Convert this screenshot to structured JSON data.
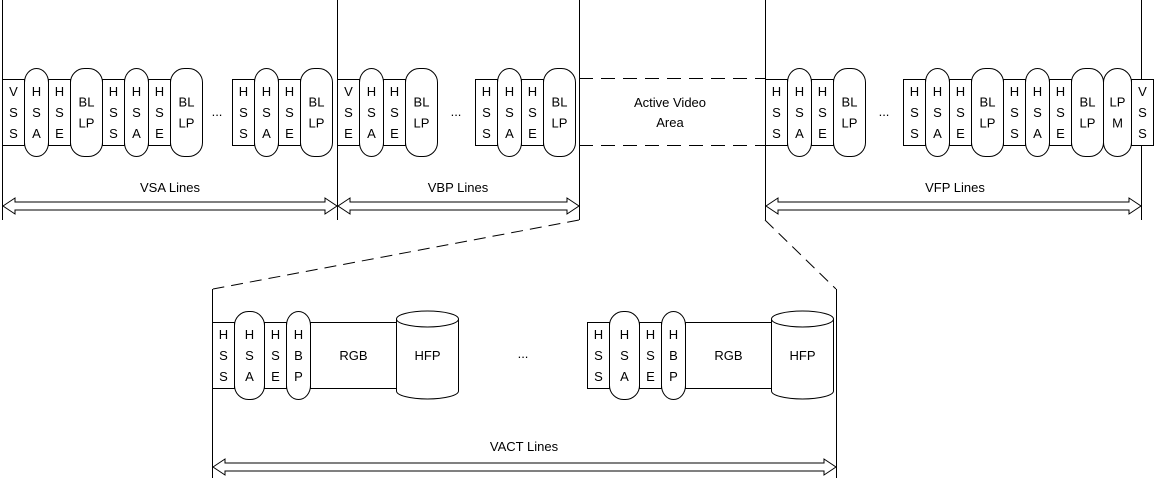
{
  "ellipsis": "...",
  "top_labels": {
    "vsa_lines": "VSA Lines",
    "vbp_lines": "VBP Lines",
    "vfp_lines": "VFP Lines",
    "active_line1": "Active Video",
    "active_line2": "Area"
  },
  "bottom_labels": {
    "vact_lines": "VACT Lines"
  },
  "top_row": {
    "vsa_group": [
      {
        "kind": "rect",
        "letters": [
          "V",
          "S",
          "S"
        ],
        "w": 22
      },
      {
        "kind": "round",
        "letters": [
          "H",
          "S",
          "A"
        ],
        "w": 24
      },
      {
        "kind": "rect",
        "letters": [
          "H",
          "S",
          "E"
        ],
        "w": 22
      },
      {
        "kind": "round",
        "letters": [
          "BL",
          "LP"
        ],
        "w": 32
      },
      {
        "kind": "rect",
        "letters": [
          "H",
          "S",
          "S"
        ],
        "w": 22
      },
      {
        "kind": "round",
        "letters": [
          "H",
          "S",
          "A"
        ],
        "w": 24
      },
      {
        "kind": "rect",
        "letters": [
          "H",
          "S",
          "E"
        ],
        "w": 22
      },
      {
        "kind": "round",
        "letters": [
          "BL",
          "LP"
        ],
        "w": 32
      },
      {
        "kind": "dots",
        "w": 30
      },
      {
        "kind": "rect",
        "letters": [
          "H",
          "S",
          "S"
        ],
        "w": 22
      },
      {
        "kind": "round",
        "letters": [
          "H",
          "S",
          "A"
        ],
        "w": 24
      },
      {
        "kind": "rect",
        "letters": [
          "H",
          "S",
          "E"
        ],
        "w": 22
      },
      {
        "kind": "round",
        "letters": [
          "BL",
          "LP"
        ],
        "w": 32
      }
    ],
    "vbp_group": [
      {
        "kind": "rect",
        "letters": [
          "V",
          "S",
          "E"
        ],
        "w": 22
      },
      {
        "kind": "round",
        "letters": [
          "H",
          "S",
          "A"
        ],
        "w": 24
      },
      {
        "kind": "rect",
        "letters": [
          "H",
          "S",
          "E"
        ],
        "w": 22
      },
      {
        "kind": "round",
        "letters": [
          "BL",
          "LP"
        ],
        "w": 32
      },
      {
        "kind": "dots",
        "w": 38
      },
      {
        "kind": "rect",
        "letters": [
          "H",
          "S",
          "S"
        ],
        "w": 22
      },
      {
        "kind": "round",
        "letters": [
          "H",
          "S",
          "A"
        ],
        "w": 24
      },
      {
        "kind": "rect",
        "letters": [
          "H",
          "S",
          "E"
        ],
        "w": 22
      },
      {
        "kind": "round",
        "letters": [
          "BL",
          "LP"
        ],
        "w": 32
      }
    ],
    "vfp_group": [
      {
        "kind": "rect",
        "letters": [
          "H",
          "S",
          "S"
        ],
        "w": 22
      },
      {
        "kind": "round",
        "letters": [
          "H",
          "S",
          "A"
        ],
        "w": 24
      },
      {
        "kind": "rect",
        "letters": [
          "H",
          "S",
          "E"
        ],
        "w": 22
      },
      {
        "kind": "round",
        "letters": [
          "BL",
          "LP"
        ],
        "w": 32
      },
      {
        "kind": "dots",
        "w": 38
      },
      {
        "kind": "rect",
        "letters": [
          "H",
          "S",
          "S"
        ],
        "w": 22
      },
      {
        "kind": "round",
        "letters": [
          "H",
          "S",
          "A"
        ],
        "w": 24
      },
      {
        "kind": "rect",
        "letters": [
          "H",
          "S",
          "E"
        ],
        "w": 22
      },
      {
        "kind": "round",
        "letters": [
          "BL",
          "LP"
        ],
        "w": 32
      },
      {
        "kind": "rect",
        "letters": [
          "H",
          "S",
          "S"
        ],
        "w": 22
      },
      {
        "kind": "round",
        "letters": [
          "H",
          "S",
          "A"
        ],
        "w": 24
      },
      {
        "kind": "rect",
        "letters": [
          "H",
          "S",
          "E"
        ],
        "w": 22
      },
      {
        "kind": "round",
        "letters": [
          "BL",
          "LP"
        ],
        "w": 32
      },
      {
        "kind": "round",
        "letters": [
          "LP",
          "M"
        ],
        "w": 28
      },
      {
        "kind": "rect",
        "letters": [
          "V",
          "S",
          "S"
        ],
        "w": 22
      }
    ]
  },
  "bottom_row": {
    "group1": [
      {
        "kind": "rect",
        "letters": [
          "H",
          "S",
          "S"
        ],
        "w": 22
      },
      {
        "kind": "round",
        "letters": [
          "H",
          "S",
          "A"
        ],
        "w": 30
      },
      {
        "kind": "rect",
        "letters": [
          "H",
          "S",
          "E"
        ],
        "w": 22
      },
      {
        "kind": "round",
        "letters": [
          "H",
          "B",
          "P"
        ],
        "w": 24
      },
      {
        "kind": "rect",
        "letters": [
          "RGB"
        ],
        "w": 86
      },
      {
        "kind": "drum",
        "letters": [
          "HFP"
        ],
        "w": 62
      }
    ],
    "group2": [
      {
        "kind": "rect",
        "letters": [
          "H",
          "S",
          "S"
        ],
        "w": 22
      },
      {
        "kind": "round",
        "letters": [
          "H",
          "S",
          "A"
        ],
        "w": 30
      },
      {
        "kind": "rect",
        "letters": [
          "H",
          "S",
          "E"
        ],
        "w": 22
      },
      {
        "kind": "round",
        "letters": [
          "H",
          "B",
          "P"
        ],
        "w": 24
      },
      {
        "kind": "rect",
        "letters": [
          "RGB"
        ],
        "w": 86
      },
      {
        "kind": "drum",
        "letters": [
          "HFP"
        ],
        "w": 62
      }
    ]
  }
}
